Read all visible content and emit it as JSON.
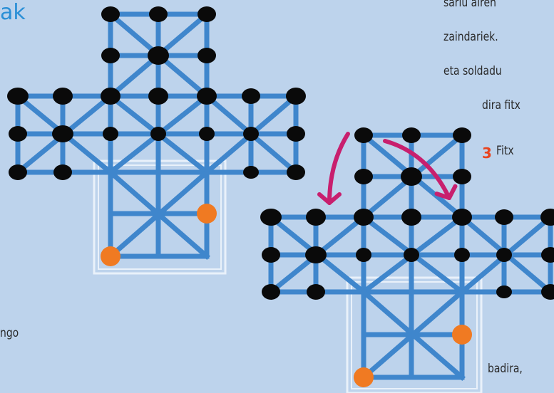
{
  "header": {
    "title_fragment": "ak"
  },
  "text_lines": {
    "line1": "sariu airen",
    "line2": "zaindariek.",
    "line3": "eta soldadu",
    "line4": "dira fitx",
    "step_number": "3",
    "step_text": "Fitx",
    "left_fragment": "ngo",
    "bottom_fragment": "badira,"
  },
  "colors": {
    "background": "#bdd3ec",
    "board_line": "#3f86cc",
    "fortress_outline": "#e9f1fa",
    "soldier_piece": "#0a0a0a",
    "guard_piece": "#f07a22",
    "arrow": "#c81f6e",
    "title": "#2a8fd6",
    "step_number": "#e8431e"
  },
  "diagrams": [
    {
      "name": "board-left",
      "soldiers": 24,
      "guards": 2
    },
    {
      "name": "board-right",
      "soldiers": 24,
      "guards": 2,
      "arrows": 2
    }
  ]
}
